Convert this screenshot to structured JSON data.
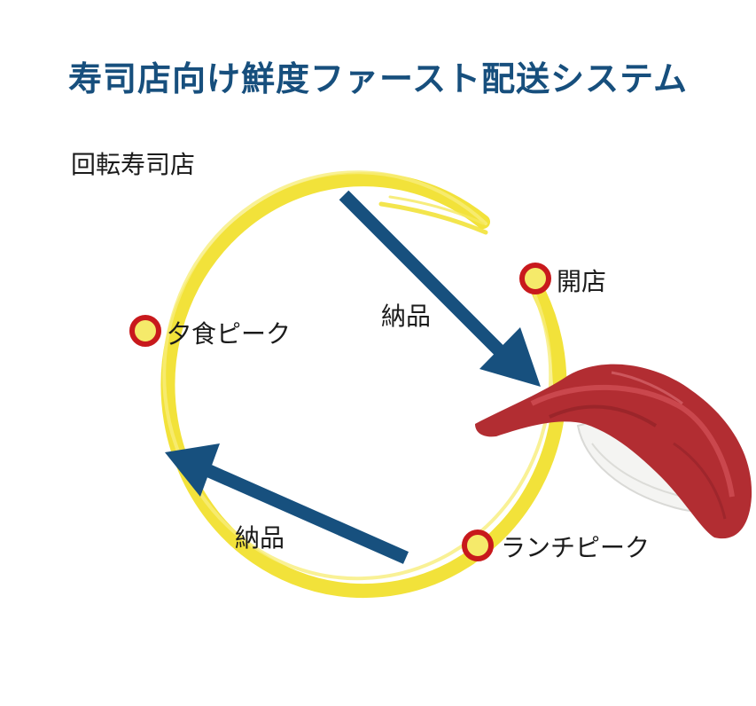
{
  "title": "寿司店向け鮮度ファースト配送システム",
  "shop_label": "回転寿司店",
  "milestones": {
    "opening": "開店",
    "evening_peak": "夕食ピーク",
    "lunch_peak": "ランチピーク"
  },
  "deliveries": {
    "first": "納品",
    "second": "納品"
  },
  "colors": {
    "title": "#174f7d",
    "cycle_ring": "#f2e23a",
    "arrow": "#17507e",
    "milestone_ring": "#c8191c"
  },
  "image": "sushi-nigiri-illustration"
}
